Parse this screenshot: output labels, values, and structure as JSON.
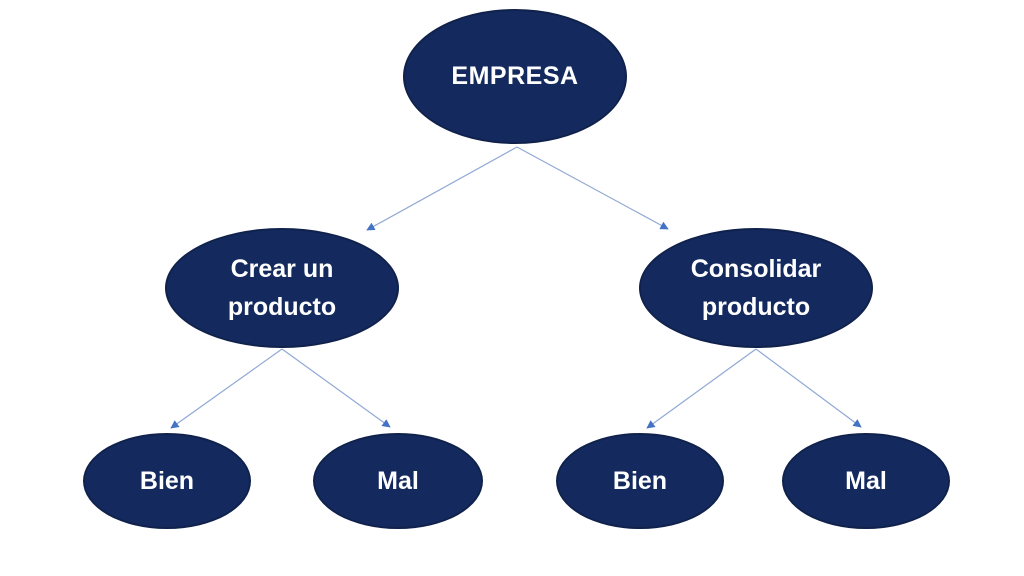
{
  "diagram": {
    "kind": "decision-tree",
    "nodes": {
      "root": {
        "label": "EMPRESA"
      },
      "left": {
        "line1": "Crear un",
        "line2": "producto"
      },
      "right": {
        "line1": "Consolidar",
        "line2": "producto"
      },
      "leaf1": {
        "label": "Bien"
      },
      "leaf2": {
        "label": "Mal"
      },
      "leaf3": {
        "label": "Bien"
      },
      "leaf4": {
        "label": "Mal"
      }
    },
    "edges": [
      {
        "from": "EMPRESA",
        "to": "Crear un producto"
      },
      {
        "from": "EMPRESA",
        "to": "Consolidar producto"
      },
      {
        "from": "Crear un producto",
        "to": "Bien"
      },
      {
        "from": "Crear un producto",
        "to": "Mal"
      },
      {
        "from": "Consolidar producto",
        "to": "Bien"
      },
      {
        "from": "Consolidar producto",
        "to": "Mal"
      }
    ]
  },
  "colors": {
    "background": "#FFFFFF",
    "node_fill": "#142A5E",
    "node_border": "#10224C",
    "node_text": "#FFFFFF",
    "connector_line": "#8FA8D4",
    "connector_arrow": "#4472C4"
  }
}
